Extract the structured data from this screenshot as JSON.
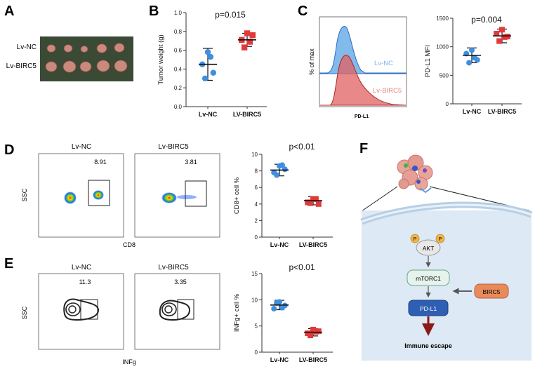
{
  "panels": {
    "A": {
      "label": "A",
      "row_labels": [
        "Lv-NC",
        "Lv-BIRC5"
      ],
      "photo_colors": {
        "bg": "#3a4a34",
        "tumor": "#c98a7e",
        "tumor_dark": "#8d4d45"
      }
    },
    "B": {
      "label": "B",
      "p_value": "p=0.015",
      "ylabel": "Tumor weight (g)",
      "yticks": [
        "0.0",
        "0.2",
        "0.4",
        "0.6",
        "0.8",
        "1.0"
      ],
      "xticks": [
        "Lv-NC",
        "LV-BIRC5"
      ]
    },
    "C": {
      "label": "C",
      "hist_ylabel": "% of max",
      "hist_xlabel": "PD-L1",
      "hist_legend": [
        "Lv-NC",
        "Lv-BIRC5"
      ],
      "p_value": "p=0.004",
      "ylabel": "PD-L1 MFI",
      "yticks": [
        "0",
        "500",
        "1000",
        "1500"
      ],
      "xticks": [
        "Lv-NC",
        "LV-BIRC5"
      ]
    },
    "D": {
      "label": "D",
      "plot_titles": [
        "Lv-NC",
        "Lv-BIRC5"
      ],
      "gate_values": [
        "8.91",
        "3.81"
      ],
      "flow_ylabel": "SSC",
      "flow_xlabel": "CD8",
      "p_value": "p<0.01",
      "ylabel": "CD8+ cell %",
      "yticks": [
        "0",
        "2",
        "4",
        "6",
        "8",
        "10"
      ],
      "xticks": [
        "Lv-NC",
        "LV-BIRC5"
      ]
    },
    "E": {
      "label": "E",
      "plot_titles": [
        "Lv-NC",
        "Lv-BIRC5"
      ],
      "gate_values": [
        "11.3",
        "3.35"
      ],
      "flow_ylabel": "SSC",
      "flow_xlabel": "INFg",
      "p_value": "p<0.01",
      "ylabel": "INFg+ cell %",
      "yticks": [
        "0",
        "5",
        "10",
        "15"
      ],
      "xticks": [
        "Lv-NC",
        "LV-BIRC5"
      ]
    },
    "F": {
      "label": "F",
      "nodes": {
        "akt": "AKT",
        "p1": "P",
        "p2": "P",
        "mtorc1": "mTORC1",
        "pdl1": "PD-L1",
        "birc5": "BIRC5",
        "escape": "Immune escape"
      }
    }
  },
  "colors": {
    "nc": "#3f8fe0",
    "birc5": "#e03a3a",
    "hist_nc": "#5aa3e6",
    "hist_birc5": "#e06060",
    "cell_bg": "#dde9f4",
    "mtorc1": "#e6f2ec",
    "pdl1": "#2f5fb3",
    "birc5_box": "#e88a5a",
    "akt": "#e8e8e8",
    "phos": "#f2b447",
    "arrow_red": "#8b1a1a"
  },
  "chart_data": [
    {
      "panel": "B",
      "type": "scatter",
      "ylabel": "Tumor weight (g)",
      "ylim": [
        0,
        1.0
      ],
      "categories": [
        "Lv-NC",
        "LV-BIRC5"
      ],
      "series": [
        {
          "name": "Lv-NC",
          "values": [
            0.58,
            0.45,
            0.36,
            0.3,
            0.53
          ],
          "mean": 0.45,
          "sd": 0.17
        },
        {
          "name": "LV-BIRC5",
          "values": [
            0.78,
            0.71,
            0.76,
            0.63,
            0.69
          ],
          "mean": 0.71,
          "sd": 0.07
        }
      ]
    },
    {
      "panel": "C",
      "type": "scatter",
      "ylabel": "PD-L1 MFI",
      "ylim": [
        0,
        1500
      ],
      "categories": [
        "Lv-NC",
        "LV-BIRC5"
      ],
      "series": [
        {
          "name": "Lv-NC",
          "values": [
            940,
            880,
            770,
            720,
            810
          ],
          "mean": 850,
          "sd": 130
        },
        {
          "name": "LV-BIRC5",
          "values": [
            1300,
            1230,
            1180,
            1100,
            1170
          ],
          "mean": 1190,
          "sd": 120
        }
      ]
    },
    {
      "panel": "D",
      "type": "scatter",
      "ylabel": "CD8+ cell %",
      "ylim": [
        0,
        10
      ],
      "categories": [
        "Lv-NC",
        "LV-BIRC5"
      ],
      "series": [
        {
          "name": "Lv-NC",
          "values": [
            8.6,
            7.8,
            8.2,
            7.5,
            8.7
          ],
          "mean": 8.1,
          "sd": 0.7
        },
        {
          "name": "LV-BIRC5",
          "values": [
            4.6,
            4.2,
            4.0,
            4.1,
            4.6
          ],
          "mean": 4.4,
          "sd": 0.5
        }
      ]
    },
    {
      "panel": "E",
      "type": "scatter",
      "ylabel": "INFg+ cell %",
      "ylim": [
        0,
        15
      ],
      "categories": [
        "Lv-NC",
        "LV-BIRC5"
      ],
      "series": [
        {
          "name": "Lv-NC",
          "values": [
            9.6,
            8.3,
            8.9,
            9.4,
            8.5
          ],
          "mean": 9.0,
          "sd": 0.9
        },
        {
          "name": "LV-BIRC5",
          "values": [
            4.3,
            3.6,
            4.0,
            3.2,
            3.9
          ],
          "mean": 3.8,
          "sd": 0.7
        }
      ]
    }
  ]
}
